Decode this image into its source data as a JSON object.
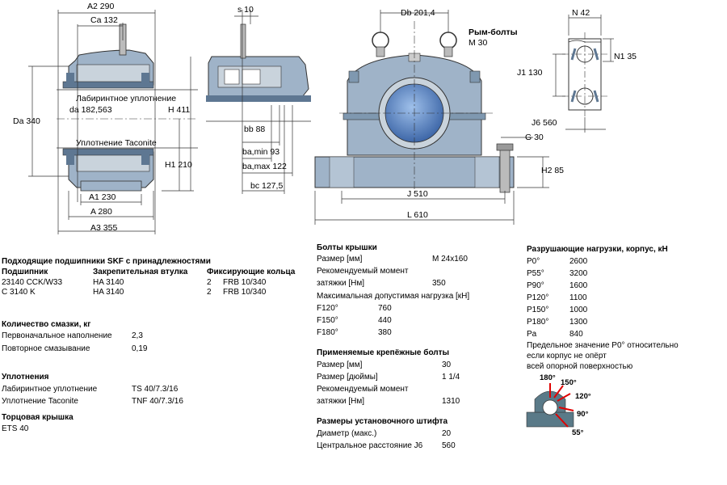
{
  "drawing_labels": {
    "a2": "A2 290",
    "ca": "Ca 132",
    "s": "s 10",
    "db": "Db 201,4",
    "eyebolts_title": "Рым-болты",
    "eyebolts_size": "M 30",
    "n": "N 42",
    "n1": "N1 35",
    "j1": "J1 130",
    "j6": "J6 560",
    "g": "G 30",
    "h2": "H2 85",
    "da_big": "Da 340",
    "da_small": "da 182,563",
    "h": "H 411",
    "h1": "H1 210",
    "labyrinth_seal": "Лабиринтное уплотнение",
    "taconite_seal": "Уплотнение Taconite",
    "bb": "bb 88",
    "ba_min": "ba,min 93",
    "ba_max": "ba,max 122",
    "bc": "bc 127,5",
    "a1": "A1 230",
    "a": "A 280",
    "a3": "A3 355",
    "j": "J 510",
    "l": "L 610"
  },
  "bearings": {
    "title": "Подходящие подшипники SKF с принадлежностями",
    "headers": [
      "Подшипник",
      "Закрепительная втулка",
      "Фиксирующие кольца"
    ],
    "rows": [
      {
        "bearing": "23140 CCK/W33",
        "sleeve": "HA 3140",
        "qty": "2",
        "ring": "FRB 10/340"
      },
      {
        "bearing": "C 3140 K",
        "sleeve": "HA 3140",
        "qty": "2",
        "ring": "FRB 10/340"
      }
    ]
  },
  "grease": {
    "title": "Количество смазки, кг",
    "rows": [
      {
        "label": "Первоначальное наполнение",
        "value": "2,3"
      },
      {
        "label": "Повторное смазывание",
        "value": "0,19"
      }
    ]
  },
  "seals": {
    "title": "Уплотнения",
    "rows": [
      {
        "label": "Лабиринтное уплотнение",
        "value": "TS 40/7.3/16"
      },
      {
        "label": "Уплотнение Taconite",
        "value": "TNF 40/7.3/16"
      }
    ]
  },
  "end_cover": {
    "title": "Торцовая крышка",
    "value": "ETS 40"
  },
  "cap_bolts": {
    "title": "Болты крышки",
    "size_label": "Размер [мм]",
    "size_value": "M 24x160",
    "torque_label1": "Рекомендуемый момент",
    "torque_label2": "затяжки [Нм]",
    "torque_value": "350",
    "max_load_label": "Максимальная допустимая нагрузка [кН]",
    "loads": [
      {
        "label": "F120°",
        "value": "760"
      },
      {
        "label": "F150°",
        "value": "440"
      },
      {
        "label": "F180°",
        "value": "380"
      }
    ]
  },
  "fixing_bolts": {
    "title": "Применяемые крепёжные болты",
    "rows": [
      {
        "label": "Размер [мм]",
        "value": "30"
      },
      {
        "label": "Размер [дюймы]",
        "value": "1 1/4"
      },
      {
        "label": "Рекомендуемый момент",
        "value": ""
      },
      {
        "label": "затяжки [Нм]",
        "value": "1310"
      }
    ]
  },
  "dowel": {
    "title": "Размеры установочного штифта",
    "rows": [
      {
        "label": "Диаметр (макс.)",
        "value": "20"
      },
      {
        "label": "Центральное расстояние J6",
        "value": "560"
      }
    ]
  },
  "breaking_loads": {
    "title": "Разрушающие нагрузки, корпус, кН",
    "rows": [
      {
        "label": "P0°",
        "value": "2600"
      },
      {
        "label": "P55°",
        "value": "3200"
      },
      {
        "label": "P90°",
        "value": "1600"
      },
      {
        "label": "P120°",
        "value": "1100"
      },
      {
        "label": "P150°",
        "value": "1000"
      },
      {
        "label": "P180°",
        "value": "1300"
      },
      {
        "label": "Pa",
        "value": "840"
      }
    ],
    "note1": "Предельное значение P0° относительно",
    "note2": "если корпус не опёрт",
    "note3": "всей опорной поверхностью"
  },
  "angle_diagram": {
    "labels": [
      "180°",
      "150°",
      "120°",
      "90°",
      "55°"
    ],
    "arrow_color": "#e00000",
    "housing_color": "#5a7a88"
  },
  "colors": {
    "housing": "#9fb3c8",
    "housing_dark": "#5e7792",
    "bearing": "#c9d3dc",
    "shaft": "#4a6ea8"
  }
}
